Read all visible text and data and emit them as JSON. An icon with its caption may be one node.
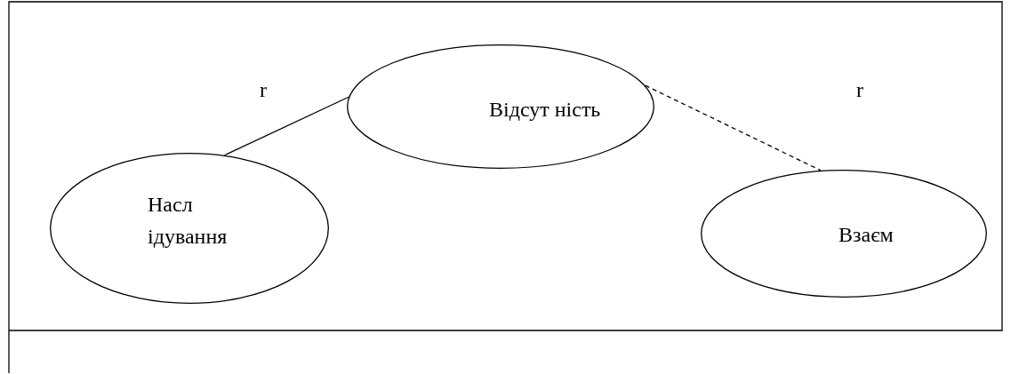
{
  "diagram": {
    "nodes": [
      {
        "text": [
          "Відсут ність"
        ]
      },
      {
        "text": [
          "Насл ідування"
        ]
      },
      {
        "text": [
          "Взаєм"
        ]
      }
    ],
    "edges": [
      {
        "from": 1,
        "to": 0,
        "arrow": "none"
      },
      {
        "from": 0,
        "to": 2,
        "arrow": "none",
        "style": "dashed"
      }
    ],
    "labels": [
      "r",
      "r"
    ]
  }
}
